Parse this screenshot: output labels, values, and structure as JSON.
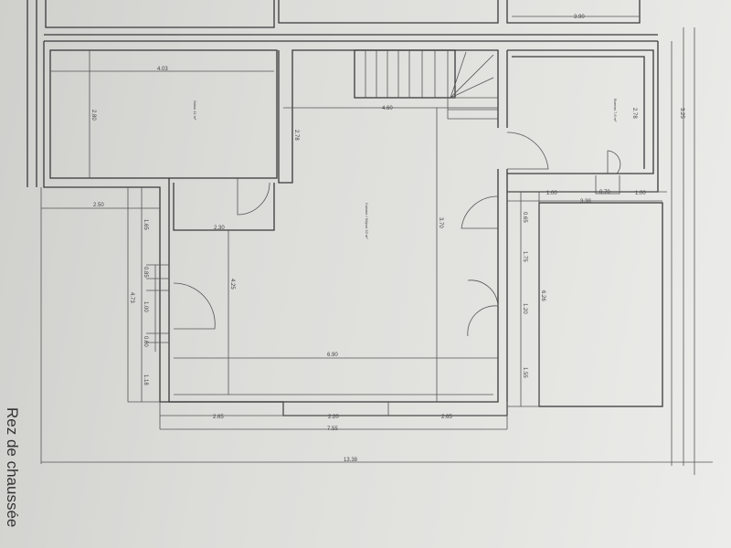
{
  "plan": {
    "title": "Rez de chaussée",
    "room_labels": {
      "left_room": "Salon 11 m²",
      "main_room": "Cuisine / Séjour 33 m²",
      "right_room": "Bureau 7,6 m²"
    },
    "dimensions": {
      "top_right_width": "3.90",
      "left_room_width": "4.03",
      "left_room_height": "2.80",
      "hall_height": "2.78",
      "stair_width": "4.60",
      "right_room_height": "2.78",
      "right_outer_height": "3.25",
      "left_annex_width": "2.50",
      "inner_room_width": "2.30",
      "main_room_height": "3.70",
      "inner_room_height": "4.25",
      "left_annex_height": "4.73",
      "left_seg_1": "1.65",
      "left_seg_2": "0.85",
      "left_seg_3": "1.00",
      "left_seg_4": "0.60",
      "left_seg_5": "1.18",
      "main_room_width": "6.90",
      "bottom_left": "2.65",
      "bottom_mid": "2.20",
      "bottom_right": "2.65",
      "bottom_total": "7.55",
      "overall_width": "13.38",
      "right_seg_1": "1.00",
      "right_seg_2": "1.00",
      "right_door": "0.70",
      "right_box_width": "3.38",
      "right_seg_3": "0.65",
      "right_seg_4": "1.75",
      "right_seg_5": "1.20",
      "right_seg_6": "1.55",
      "right_box_height": "6.26"
    }
  }
}
